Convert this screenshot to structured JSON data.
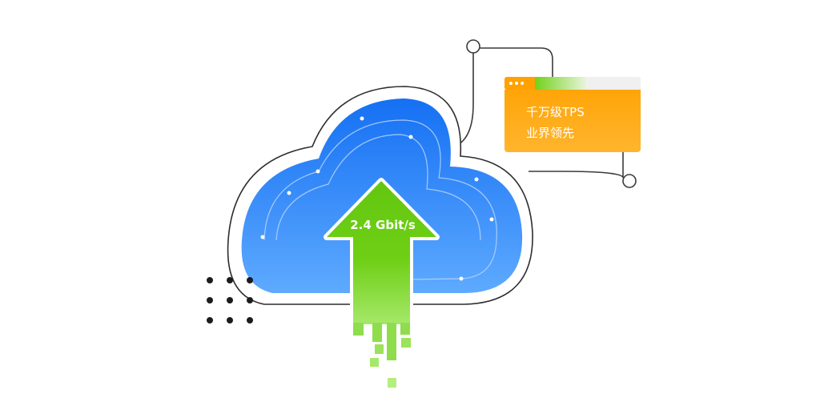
{
  "arrow": {
    "speed_label": "2.4 Gbit/s"
  },
  "card": {
    "line1": "千万级TPS",
    "line2": "业界领先"
  },
  "colors": {
    "cloud_top": "#1a73f5",
    "cloud_bottom": "#5aa8ff",
    "arrow_green": "#6fcf16",
    "arrow_fade": "#9be35a",
    "card_orange": "#ffa500",
    "card_header": "#f0f0f0",
    "card_progress": "#7ed321",
    "outline": "#2d2d2d",
    "dots": "#1c1c1c"
  },
  "icons": [
    "cloud-icon",
    "upload-arrow-icon",
    "window-dots-icon"
  ]
}
